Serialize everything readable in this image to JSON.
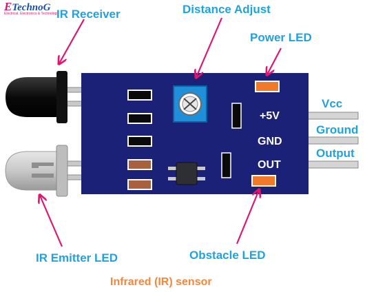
{
  "logo": {
    "first_letter": "E",
    "rest": "TechnoG",
    "tagline": "Electrical, Electronics & Technology"
  },
  "callouts": {
    "ir_receiver": "IR Receiver",
    "distance_adjust": "Distance Adjust",
    "power_led": "Power LED",
    "ir_emitter_led": "IR Emitter LED",
    "obstacle_led": "Obstacle LED"
  },
  "board_labels": {
    "vcc_pin": "+5V",
    "gnd_pin": "GND",
    "out_pin": "OUT"
  },
  "pin_names": {
    "vcc": "Vcc",
    "ground": "Ground",
    "output": "Output"
  },
  "caption": "Infrared (IR) sensor",
  "colors": {
    "callout_text": "#1ea3e0",
    "caption_text": "#f4873a",
    "arrow": "#e0156f",
    "board": "#1a2176",
    "potentiometer": "#1f8fd9",
    "led_smd": "#f07a2a",
    "header_pin": "#c9c9c9"
  }
}
